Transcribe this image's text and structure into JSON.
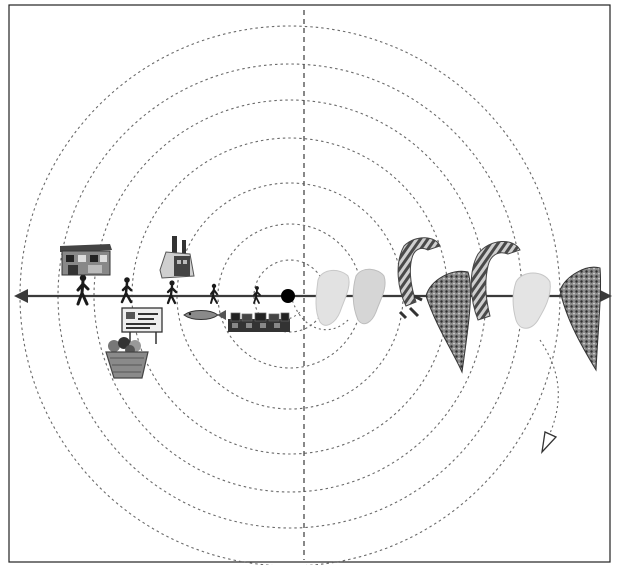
{
  "diagram": {
    "ring_count": 7,
    "colors": {
      "frame": "#222222",
      "ring": "#6a6a6a",
      "axis": "#3a3a3a",
      "center_dot": "#000000",
      "figure": "#1a1a1a",
      "light_shape": "#d8d8d8",
      "dark_shape": "#555555"
    },
    "left_icons": [
      {
        "name": "building-icon"
      },
      {
        "name": "factory-icon"
      },
      {
        "name": "market-sign-icon"
      },
      {
        "name": "fruit-basket-icon"
      },
      {
        "name": "fish-icon"
      },
      {
        "name": "boxes-icon"
      }
    ],
    "walking_figures": 5,
    "right_shapes": [
      {
        "name": "pale-blob-1"
      },
      {
        "name": "pale-blob-2"
      },
      {
        "name": "patterned-hook-1"
      },
      {
        "name": "curved-strip-1"
      },
      {
        "name": "patterned-hook-2"
      },
      {
        "name": "pale-blob-3"
      },
      {
        "name": "curved-strip-2"
      }
    ]
  }
}
